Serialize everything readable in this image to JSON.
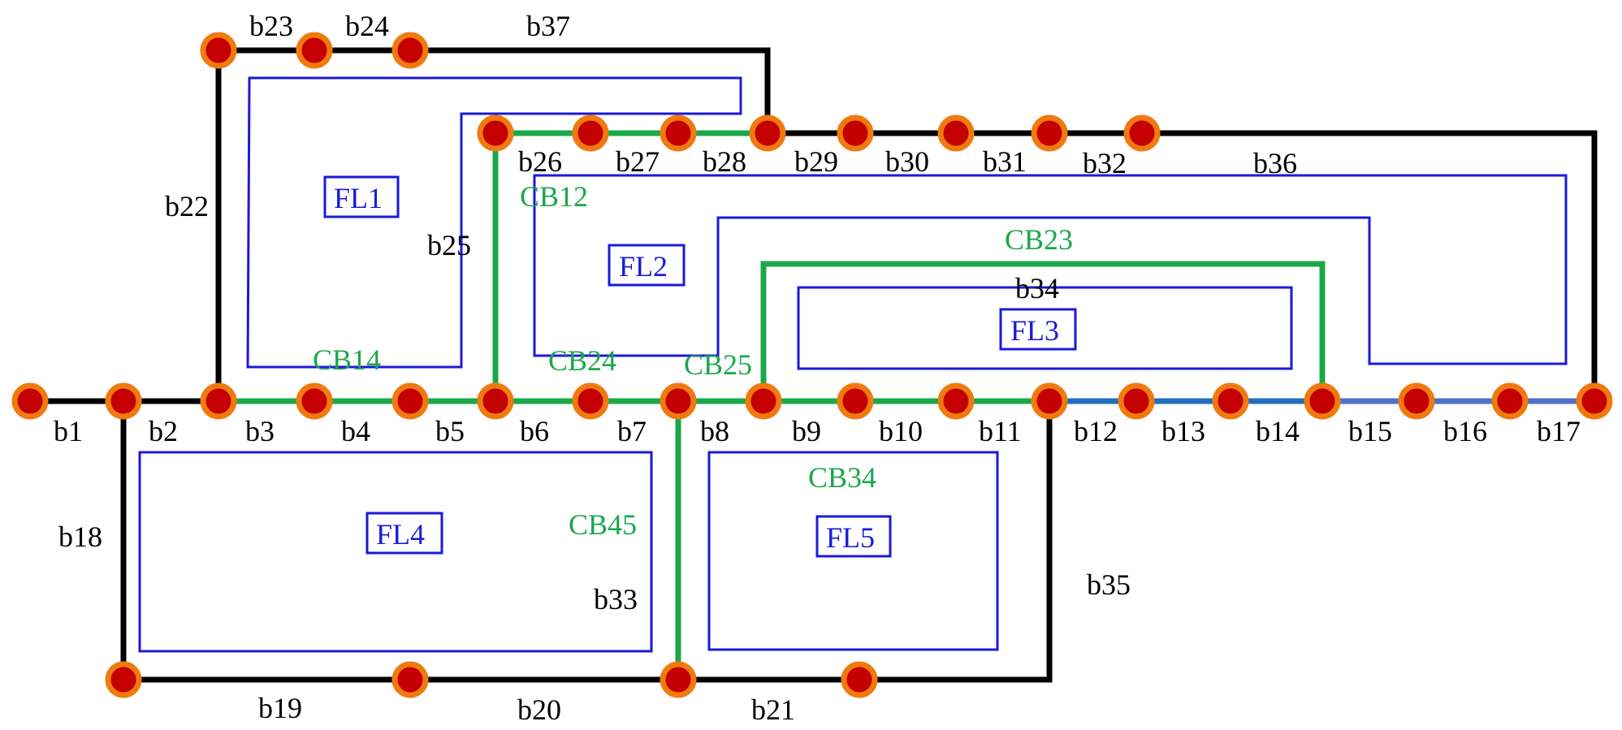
{
  "diagram": {
    "branch_labels": {
      "b1": "b1",
      "b2": "b2",
      "b3": "b3",
      "b4": "b4",
      "b5": "b5",
      "b6": "b6",
      "b7": "b7",
      "b8": "b8",
      "b9": "b9",
      "b10": "b10",
      "b11": "b11",
      "b12": "b12",
      "b13": "b13",
      "b14": "b14",
      "b15": "b15",
      "b16": "b16",
      "b17": "b17",
      "b18": "b18",
      "b19": "b19",
      "b20": "b20",
      "b21": "b21",
      "b22": "b22",
      "b23": "b23",
      "b24": "b24",
      "b25": "b25",
      "b26": "b26",
      "b27": "b27",
      "b28": "b28",
      "b29": "b29",
      "b30": "b30",
      "b31": "b31",
      "b32": "b32",
      "b33": "b33",
      "b34": "b34",
      "b35": "b35",
      "b36": "b36",
      "b37": "b37"
    },
    "circuit_breakers": {
      "CB12": "CB12",
      "CB14": "CB14",
      "CB23": "CB23",
      "CB24": "CB24",
      "CB25": "CB25",
      "CB34": "CB34",
      "CB45": "CB45"
    },
    "zones": {
      "FL1": "FL1",
      "FL2": "FL2",
      "FL3": "FL3",
      "FL4": "FL4",
      "FL5": "FL5"
    },
    "colors": {
      "node_fill": "#c40000",
      "node_ring": "#f07a10",
      "branch_line": "#000000",
      "breaker_line": "#1aa84a",
      "zone_outline": "#1a1adb",
      "segment_b12_b14": "#1f6fc0",
      "segment_b15_b17": "#4f6fc8"
    }
  }
}
